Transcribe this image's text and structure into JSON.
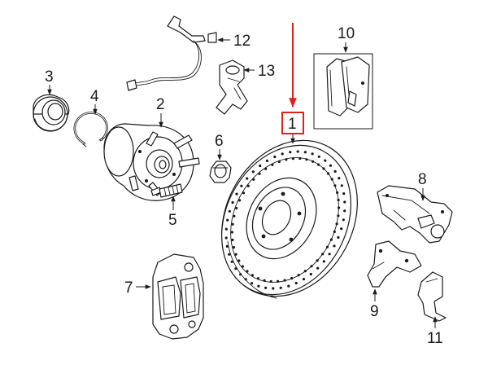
{
  "callouts": [
    {
      "id": "1",
      "label": "1"
    },
    {
      "id": "2",
      "label": "2"
    },
    {
      "id": "3",
      "label": "3"
    },
    {
      "id": "4",
      "label": "4"
    },
    {
      "id": "5",
      "label": "5"
    },
    {
      "id": "6",
      "label": "6"
    },
    {
      "id": "7",
      "label": "7"
    },
    {
      "id": "8",
      "label": "8"
    },
    {
      "id": "9",
      "label": "9"
    },
    {
      "id": "10",
      "label": "10"
    },
    {
      "id": "11",
      "label": "11"
    },
    {
      "id": "12",
      "label": "12"
    },
    {
      "id": "13",
      "label": "13"
    }
  ],
  "colors": {
    "line": "#1a1a1a",
    "highlight": "#e0201b",
    "background": "#ffffff"
  }
}
